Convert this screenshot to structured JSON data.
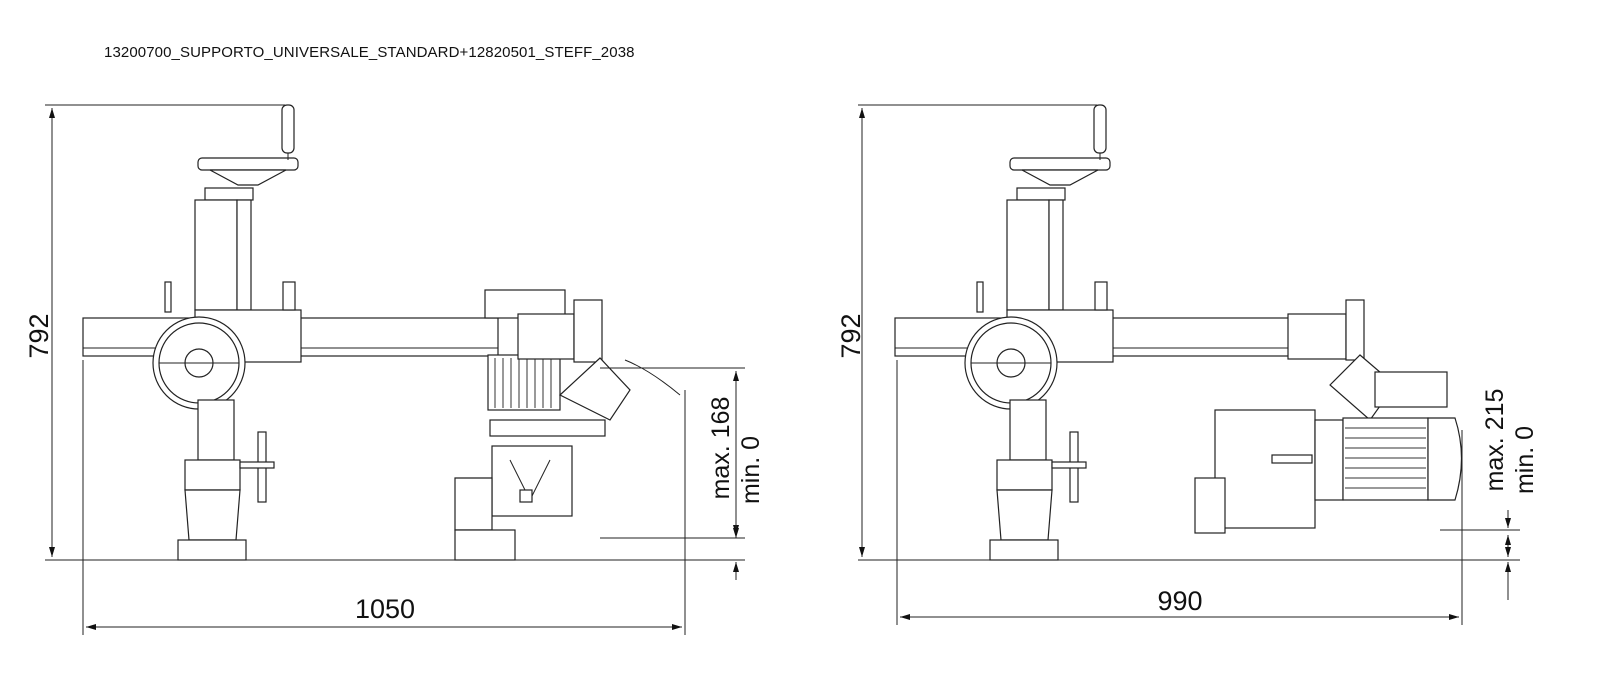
{
  "title": "13200700_SUPPORTO_UNIVERSALE_STANDARD+12820501_STEFF_2038",
  "views": [
    {
      "name": "front",
      "height_label": "792",
      "width_label": "1050",
      "max_label": "max. 168",
      "min_label": "min. 0"
    },
    {
      "name": "side",
      "height_label": "792",
      "width_label": "990",
      "max_label": "max. 215",
      "min_label": "min. 0"
    }
  ]
}
